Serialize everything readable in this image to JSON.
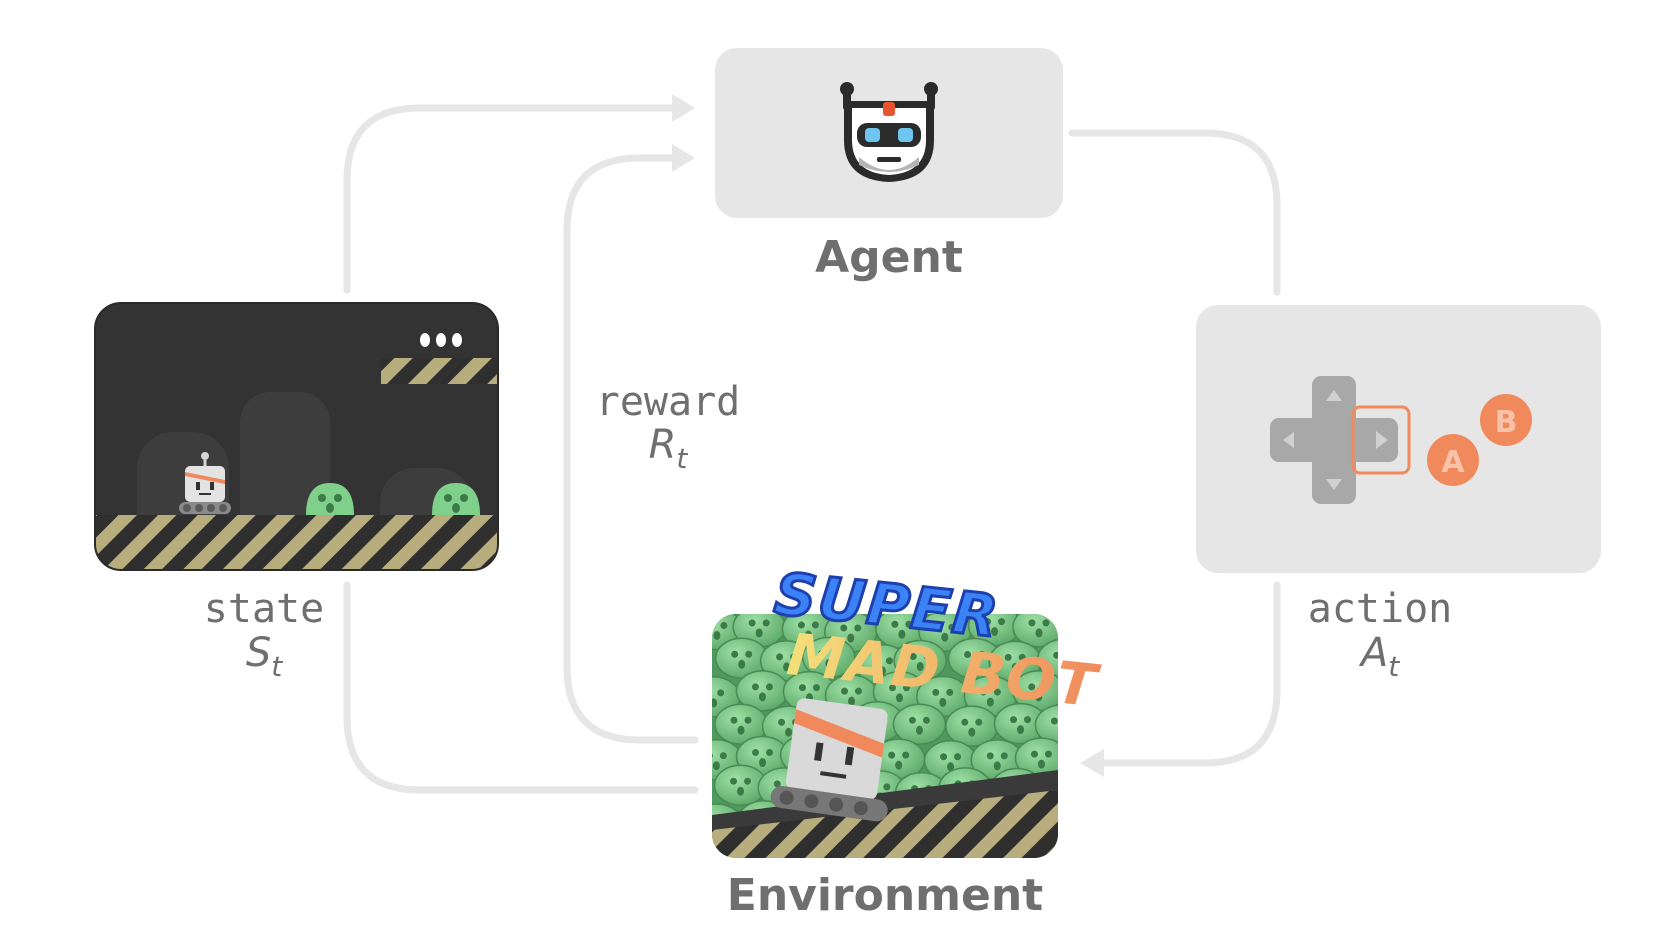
{
  "diagram": {
    "agent_label": "Agent",
    "environment_label": "Environment",
    "state": {
      "label": "state",
      "symbol": "S",
      "subscript": "t"
    },
    "action": {
      "label": "action",
      "symbol": "A",
      "subscript": "t"
    },
    "reward": {
      "label": "reward",
      "symbol": "R",
      "subscript": "t"
    },
    "game_title": {
      "line1": "SUPER",
      "line2": "MAD BOT"
    },
    "controller": {
      "button_a": "A",
      "button_b": "B"
    }
  },
  "colors": {
    "arrow": "#e6e6e6",
    "label": "#6f6f6f",
    "panel": "#e6e6e6",
    "game_bg": "#333333",
    "slime": "#7fd08a",
    "accent_orange": "#f08a5d",
    "title_blue": "#3b82f6"
  }
}
